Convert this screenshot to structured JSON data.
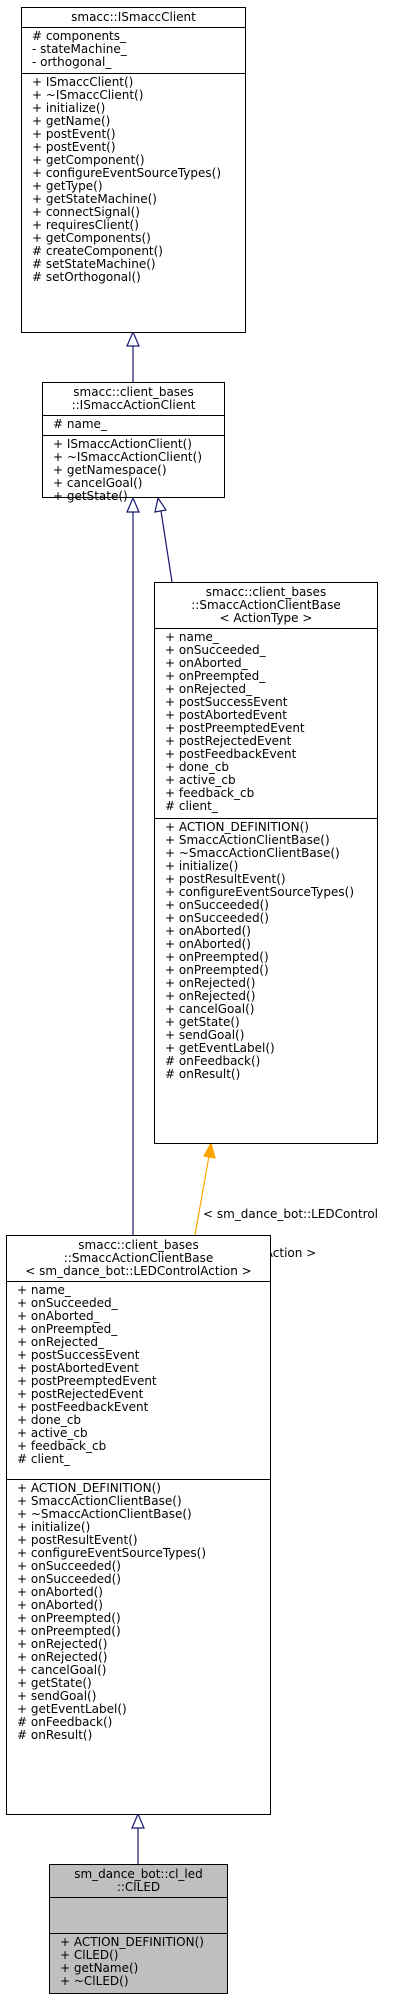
{
  "boxes": {
    "isclient": {
      "title": [
        "smacc::ISmaccClient"
      ],
      "attributes": [
        "# components_",
        "- stateMachine_",
        "- orthogonal_"
      ],
      "methods": [
        "+ ISmaccClient()",
        "+ ~ISmaccClient()",
        "+ initialize()",
        "+ getName()",
        "+ postEvent()",
        "+ postEvent()",
        "+ getComponent()",
        "+ configureEventSourceTypes()",
        "+ getType()",
        "+ getStateMachine()",
        "+ connectSignal()",
        "+ requiresClient()",
        "+ getComponents()",
        "# createComponent()",
        "# setStateMachine()",
        "# setOrthogonal()"
      ]
    },
    "isaction": {
      "title": [
        "smacc::client_bases",
        "::ISmaccActionClient"
      ],
      "attributes": [
        "# name_"
      ],
      "methods": [
        "+ ISmaccActionClient()",
        "+ ~ISmaccActionClient()",
        "+ getNamespace()",
        "+ cancelGoal()",
        "+ getState()"
      ]
    },
    "template": {
      "title": [
        "smacc::client_bases",
        "::SmaccActionClientBase",
        "< ActionType >"
      ],
      "attributes": [
        "+ name_",
        "+ onSucceeded_",
        "+ onAborted_",
        "+ onPreempted_",
        "+ onRejected_",
        "+ postSuccessEvent",
        "+ postAbortedEvent",
        "+ postPreemptedEvent",
        "+ postRejectedEvent",
        "+ postFeedbackEvent",
        "+ done_cb",
        "+ active_cb",
        "+ feedback_cb",
        "# client_"
      ],
      "methods": [
        "+ ACTION_DEFINITION()",
        "+ SmaccActionClientBase()",
        "+ ~SmaccActionClientBase()",
        "+ initialize()",
        "+ postResultEvent()",
        "+ configureEventSourceTypes()",
        "+ onSucceeded()",
        "+ onSucceeded()",
        "+ onAborted()",
        "+ onAborted()",
        "+ onPreempted()",
        "+ onPreempted()",
        "+ onRejected()",
        "+ onRejected()",
        "+ cancelGoal()",
        "+ getState()",
        "+ sendGoal()",
        "+ getEventLabel()",
        "# onFeedback()",
        "# onResult()"
      ]
    },
    "instance": {
      "title": [
        "smacc::client_bases",
        "::SmaccActionClientBase",
        "< sm_dance_bot::LEDControlAction >"
      ],
      "attributes": [
        "+ name_",
        "+ onSucceeded_",
        "+ onAborted_",
        "+ onPreempted_",
        "+ onRejected_",
        "+ postSuccessEvent",
        "+ postAbortedEvent",
        "+ postPreemptedEvent",
        "+ postRejectedEvent",
        "+ postFeedbackEvent",
        "+ done_cb",
        "+ active_cb",
        "+ feedback_cb",
        "# client_"
      ],
      "methods": [
        "+ ACTION_DEFINITION()",
        "+ SmaccActionClientBase()",
        "+ ~SmaccActionClientBase()",
        "+ initialize()",
        "+ postResultEvent()",
        "+ configureEventSourceTypes()",
        "+ onSucceeded()",
        "+ onSucceeded()",
        "+ onAborted()",
        "+ onAborted()",
        "+ onPreempted()",
        "+ onPreempted()",
        "+ onRejected()",
        "+ onRejected()",
        "+ cancelGoal()",
        "+ getState()",
        "+ sendGoal()",
        "+ getEventLabel()",
        "# onFeedback()",
        "# onResult()"
      ]
    },
    "clled": {
      "title": [
        "sm_dance_bot::cl_led",
        "::ClLED"
      ],
      "attributes": [],
      "methods": [
        "+ ACTION_DEFINITION()",
        "+ ClLED()",
        "+ getName()",
        "+ ~ClLED()"
      ]
    }
  },
  "edge_label": [
    "< sm_dance_bot::LEDControl",
    "Action >"
  ],
  "colors": {
    "inheritance": "#191970",
    "template_binding": "#ffa500",
    "highlight_fill": "#bfbfbf"
  }
}
